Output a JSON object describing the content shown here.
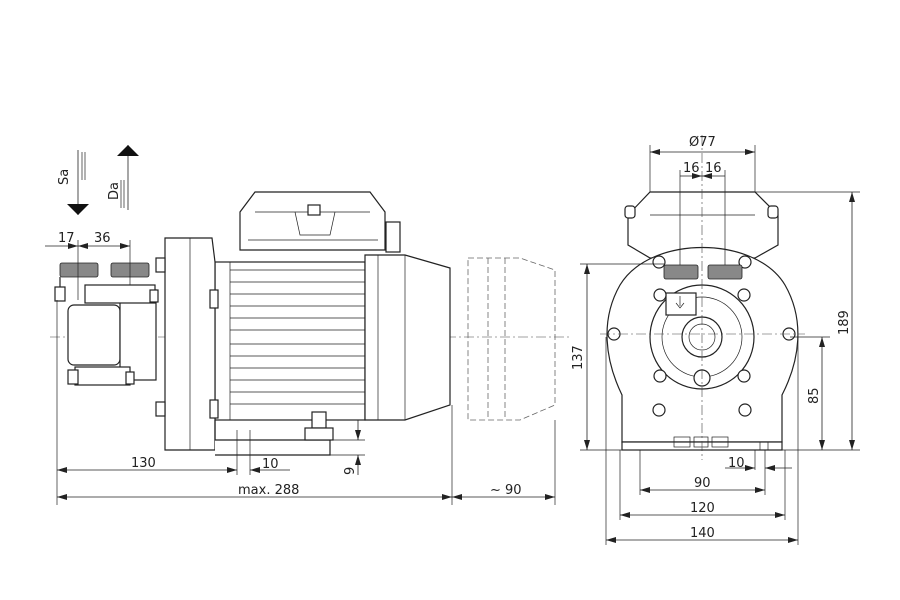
{
  "flow": {
    "suction": "Sa",
    "discharge": "Da"
  },
  "side_view": {
    "dim_port_offset": "17",
    "dim_port_spacing": "36",
    "dim_foot_to_inlet": "130",
    "dim_foot_width": "10",
    "dim_foot_height": "9",
    "dim_total_length": "max. 288",
    "dim_fan_cover": "~ 90"
  },
  "front_view": {
    "dim_diameter": "Ø77",
    "dim_port_left": "16",
    "dim_port_right": "16",
    "dim_total_height": "189",
    "dim_port_height": "137",
    "dim_axis_height": "85",
    "dim_slot_width": "10",
    "dim_hole_spacing": "90",
    "dim_base_inner": "120",
    "dim_base_outer": "140"
  }
}
